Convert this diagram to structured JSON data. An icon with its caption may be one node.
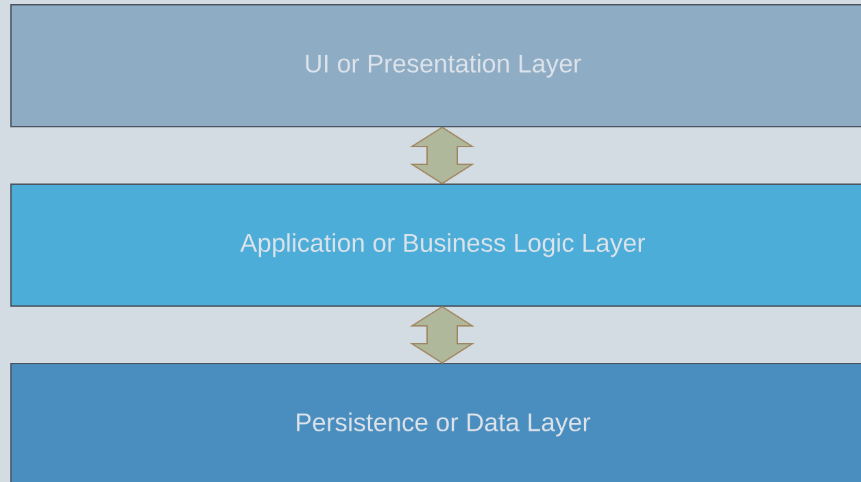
{
  "diagram": {
    "nodes": [
      {
        "text": [
          "UI or Presentation Layer"
        ]
      },
      {
        "text": [
          "Application or Business Logic Layer"
        ]
      },
      {
        "text": [
          "Persistence or Data Layer"
        ]
      }
    ],
    "edges": [
      {
        "from": 0,
        "to": 1,
        "arrow": "both"
      },
      {
        "from": 1,
        "to": 2,
        "arrow": "both"
      }
    ]
  }
}
